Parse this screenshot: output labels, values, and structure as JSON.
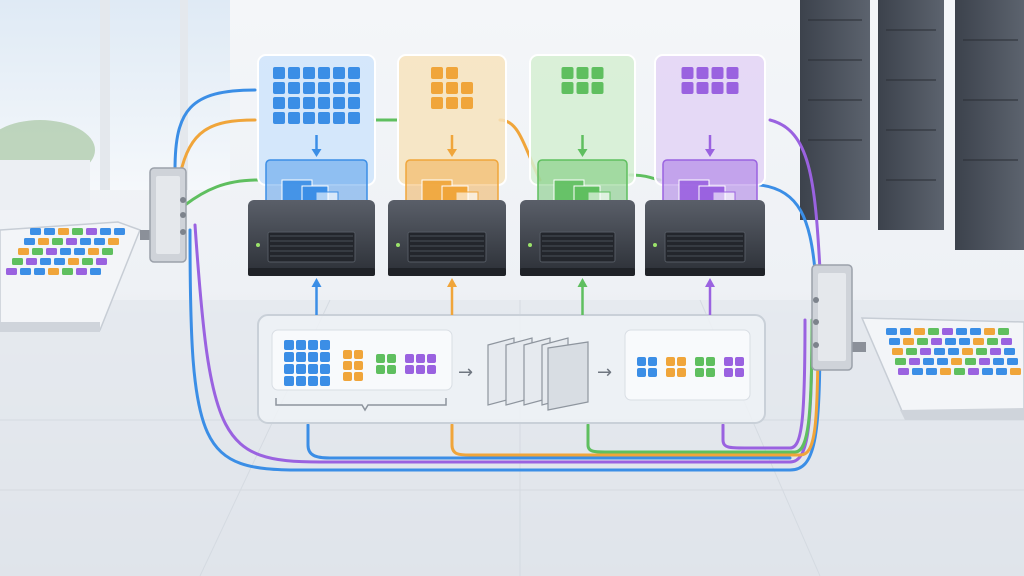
{
  "colors": {
    "blue": "#3b8ee6",
    "orange": "#f0a53a",
    "green": "#5fbf5f",
    "purple": "#9a62e0",
    "blue_pane": "#cfe4fb",
    "orange_pane": "#f7e3bd",
    "green_pane": "#d5efd2",
    "purple_pane": "#e3d4f6",
    "server_body": "#3b3f47",
    "floor": "#dfe4ea",
    "wall": "#f2f4f7"
  },
  "partitions": [
    {
      "name": "blue",
      "block_grid": [
        6,
        4
      ]
    },
    {
      "name": "orange",
      "block_grid": [
        3,
        3
      ]
    },
    {
      "name": "green",
      "block_grid": [
        3,
        2
      ]
    },
    {
      "name": "purple",
      "block_grid": [
        4,
        2
      ]
    }
  ],
  "pipeline": {
    "stages": [
      "input-blocks",
      "transform-layers",
      "output-blocks"
    ],
    "arrow_glyph": "→"
  },
  "icons": [
    "server-icon",
    "switch-icon",
    "keyboard-panel-icon",
    "arrow-down-icon",
    "arrow-up-icon",
    "arrow-right-icon"
  ]
}
